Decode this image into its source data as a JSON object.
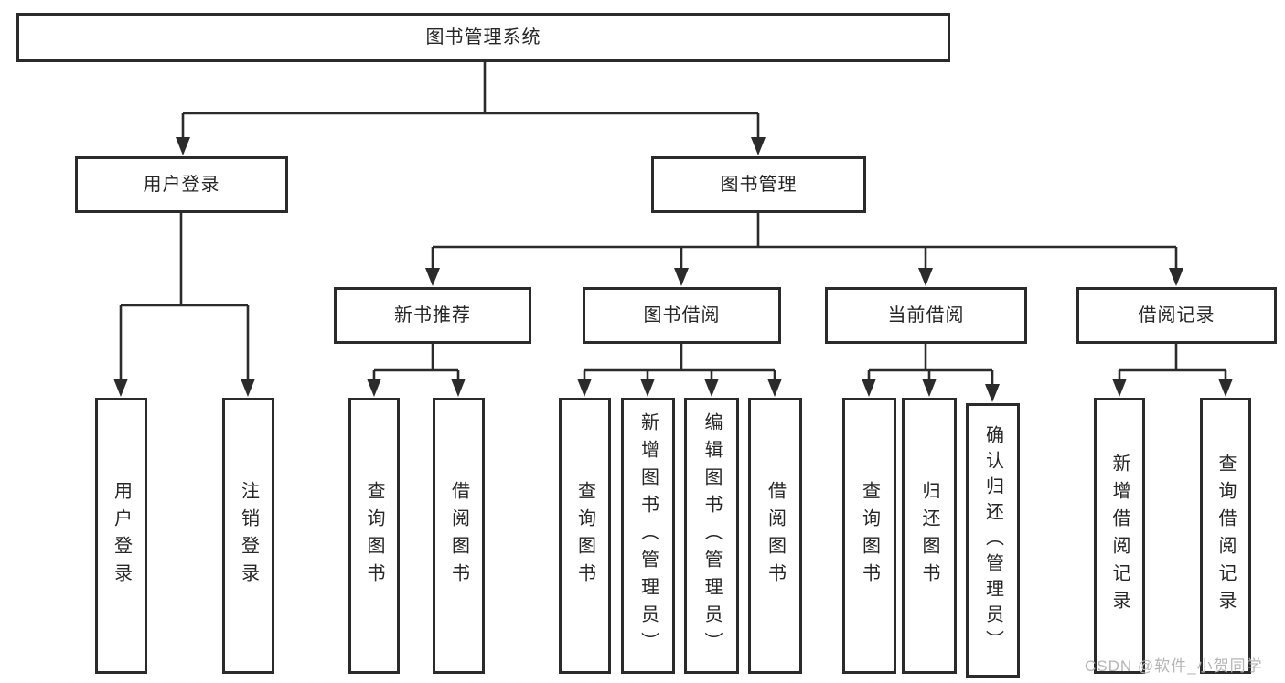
{
  "diagram": {
    "type": "hierarchy-tree",
    "title": "图书管理系统",
    "tree": {
      "root": "图书管理系统",
      "children": [
        {
          "label": "用户登录",
          "children": [
            "用户登录",
            "注销登录"
          ]
        },
        {
          "label": "图书管理",
          "children": [
            {
              "label": "新书推荐",
              "children": [
                "查询图书",
                "借阅图书"
              ]
            },
            {
              "label": "图书借阅",
              "children": [
                "查询图书",
                "新增图书（管理员）",
                "编辑图书（管理员）",
                "借阅图书"
              ]
            },
            {
              "label": "当前借阅",
              "children": [
                "查询图书",
                "归还图书",
                "确认归还（管理员）"
              ]
            },
            {
              "label": "借阅记录",
              "children": [
                "新增借阅记录",
                "查询借阅记录"
              ]
            }
          ]
        }
      ]
    }
  },
  "nodes": {
    "root": "图书管理系统",
    "user_login": "用户登录",
    "book_mgmt": "图书管理",
    "new_book_rec": "新书推荐",
    "book_borrow": "图书借阅",
    "current_borrow": "当前借阅",
    "borrow_records": "借阅记录",
    "leaf_user_login": "用户登录",
    "leaf_logout": "注销登录",
    "leaf_nbr_query": "查询图书",
    "leaf_nbr_borrow": "借阅图书",
    "leaf_bb_query": "查询图书",
    "leaf_bb_add": "新增图书（管理员）",
    "leaf_bb_edit": "编辑图书（管理员）",
    "leaf_bb_borrow": "借阅图书",
    "leaf_cb_query": "查询图书",
    "leaf_cb_return": "归还图书",
    "leaf_cb_confirm": "确认归还（管理员）",
    "leaf_br_add": "新增借阅记录",
    "leaf_br_query": "查询借阅记录"
  },
  "watermark": "CSDN @软件_小贺同学",
  "colors": {
    "line": "#2b2b2b",
    "border": "#2b2b2b",
    "text": "#262626",
    "watermark": "#b5b5b5",
    "background": "#ffffff"
  }
}
